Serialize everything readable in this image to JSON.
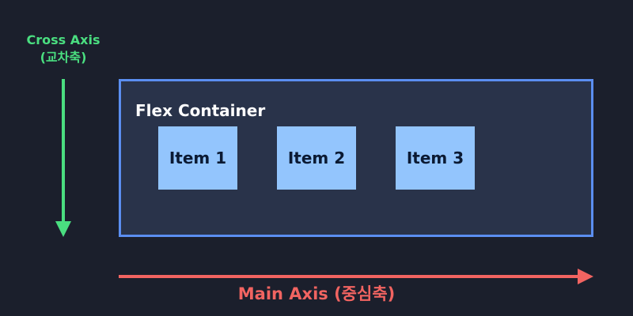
{
  "colors": {
    "background": "#1b1f2c",
    "cross_axis": "#4ade80",
    "main_axis": "#f26461",
    "container_border": "#5b8ef1",
    "container_fill": "#29334a",
    "item_fill": "#93c5fd",
    "item_text": "#0b1a33"
  },
  "cross_axis": {
    "label_line1": "Cross Axis",
    "label_line2": "(교차축)",
    "direction": "top-to-bottom"
  },
  "main_axis": {
    "label": "Main Axis (중심축)",
    "direction": "left-to-right"
  },
  "container": {
    "title": "Flex Container",
    "items": [
      {
        "label": "Item 1"
      },
      {
        "label": "Item 2"
      },
      {
        "label": "Item 3"
      }
    ]
  }
}
